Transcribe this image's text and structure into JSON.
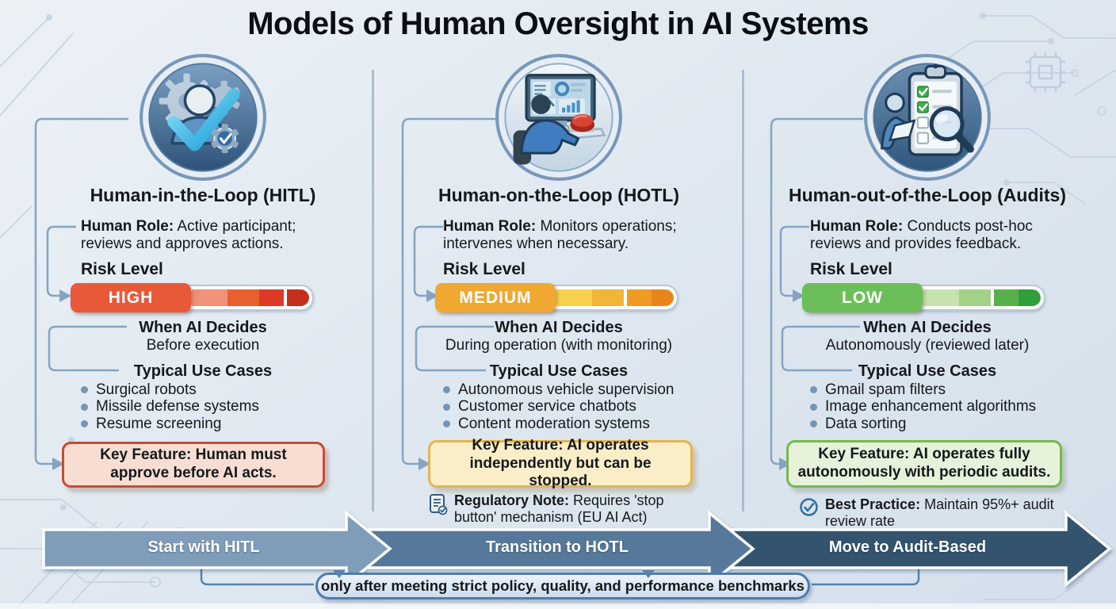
{
  "title": "Models of Human Oversight in AI Systems",
  "columns": [
    {
      "title": "Human-in-the-Loop (HITL)",
      "icon": "user-gear-checkmark-icon",
      "human_role_label": "Human Role:",
      "human_role_text": "Active participant; reviews and approves actions.",
      "risk_level_label": "Risk Level",
      "risk_value": "HIGH",
      "risk_chip_color": "#e8593a",
      "risk_segments": [
        "#f0917a",
        "#e8602f",
        "#dc3a26",
        "#c5301c"
      ],
      "when_ai_decides_label": "When AI Decides",
      "when_ai_decides": "Before execution",
      "use_cases_label": "Typical Use Cases",
      "use_cases": [
        "Surgical robots",
        "Missile defense systems",
        "Resume screening"
      ],
      "key_feature": "Key Feature: Human must approve before AI acts.",
      "key_box_bg": "#f8ded2",
      "key_box_border": "#cc4a33"
    },
    {
      "title": "Human-on-the-Loop (HOTL)",
      "icon": "operator-console-stop-button-icon",
      "human_role_label": "Human Role:",
      "human_role_text": "Monitors operations; intervenes when necessary.",
      "risk_level_label": "Risk Level",
      "risk_value": "MEDIUM",
      "risk_chip_color": "#f0a832",
      "risk_segments": [
        "#f7d14e",
        "#f0b63a",
        "#ef9b23",
        "#e8851a"
      ],
      "when_ai_decides_label": "When AI Decides",
      "when_ai_decides": "During operation (with monitoring)",
      "use_cases_label": "Typical Use Cases",
      "use_cases": [
        "Autonomous vehicle supervision",
        "Customer service chatbots",
        "Content moderation systems"
      ],
      "key_feature": "Key Feature: AI operates independently but can be stopped.",
      "key_box_bg": "#faeec8",
      "key_box_border": "#e3b54d",
      "note_icon": "document-check-icon",
      "note_label": "Regulatory Note:",
      "note_text": "Requires 'stop button' mechanism (EU AI Act)"
    },
    {
      "title": "Human-out-of-the-Loop (Audits)",
      "icon": "clipboard-magnifier-audit-icon",
      "human_role_label": "Human Role:",
      "human_role_text": "Conducts post-hoc reviews and provides feedback.",
      "risk_level_label": "Risk Level",
      "risk_value": "LOW",
      "risk_chip_color": "#6cbf58",
      "risk_segments": [
        "#c6e2ae",
        "#a3d287",
        "#58b04a",
        "#2f9e3d"
      ],
      "when_ai_decides_label": "When AI Decides",
      "when_ai_decides": "Autonomously (reviewed later)",
      "use_cases_label": "Typical Use Cases",
      "use_cases": [
        "Gmail spam filters",
        "Image enhancement algorithms",
        "Data sorting"
      ],
      "key_feature": "Key Feature: AI operates fully autonomously with periodic audits.",
      "key_box_bg": "#e6f2da",
      "key_box_border": "#76b94e",
      "note_icon": "circle-check-icon",
      "note_label": "Best Practice:",
      "note_text": "Maintain 95%+ audit review rate"
    }
  ],
  "flow": {
    "arrows": [
      {
        "label": "Start with HITL",
        "color": "#7f9db9"
      },
      {
        "label": "Transition to HOTL",
        "color": "#56799b"
      },
      {
        "label": "Move to Audit-Based",
        "color": "#33536f"
      }
    ],
    "condition": "only after meeting strict policy, quality, and performance benchmarks"
  }
}
